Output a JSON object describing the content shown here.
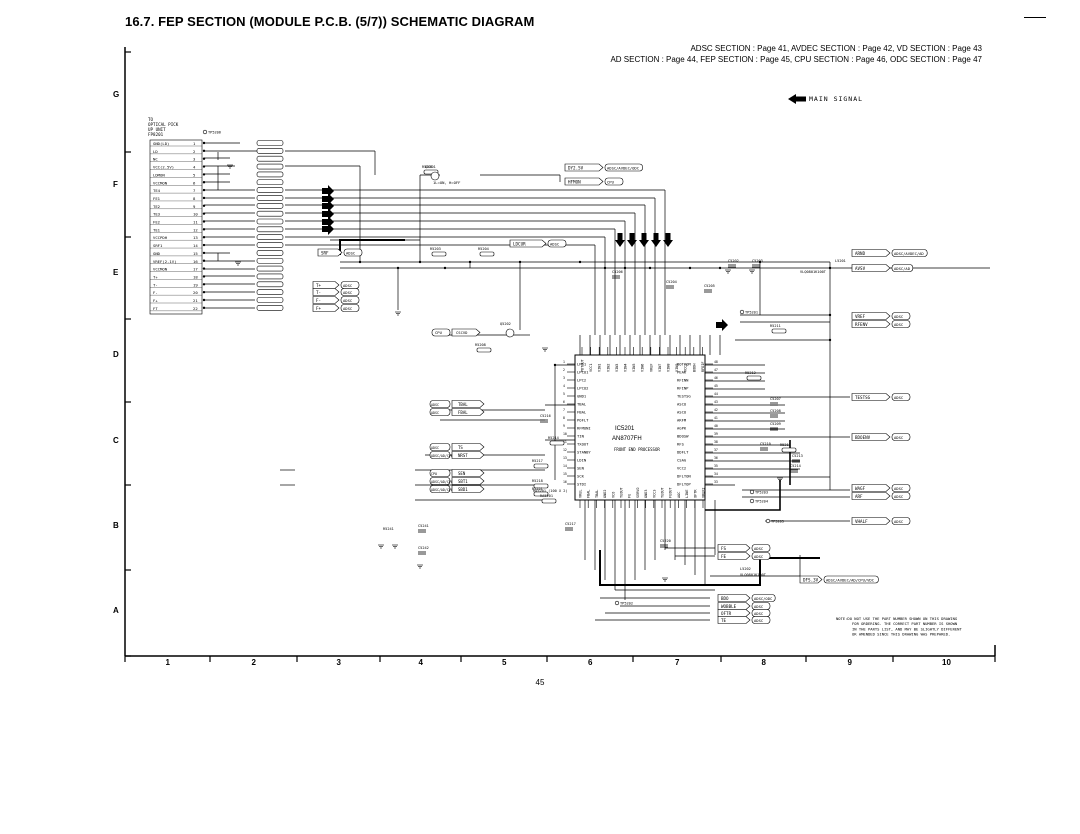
{
  "title": "16.7.  FEP SECTION (MODULE P.C.B. (5/7)) SCHEMATIC DIAGRAM",
  "refs": {
    "line1": "ADSC SECTION : Page 41, AVDEC SECTION : Page 42, VD SECTION : Page 43",
    "line2": "AD SECTION : Page 44, FEP SECTION : Page 45, CPU SECTION : Page 46, ODC SECTION : Page 47"
  },
  "page_number": "45",
  "grid": {
    "rows": [
      "G",
      "F",
      "E",
      "D",
      "C",
      "B",
      "A"
    ],
    "cols": [
      "1",
      "2",
      "3",
      "4",
      "5",
      "6",
      "7",
      "8",
      "9",
      "10"
    ]
  },
  "legend": {
    "main_signal": "MAIN SIGNAL"
  },
  "connector": {
    "header": [
      "TO",
      "OPTICAL PICK",
      "UP UNIT",
      "FP8201"
    ],
    "pins": [
      {
        "no": "1",
        "name": "GND(LD)"
      },
      {
        "no": "2",
        "name": "LD"
      },
      {
        "no": "3",
        "name": "NC"
      },
      {
        "no": "4",
        "name": "VCC(2.5V)"
      },
      {
        "no": "5",
        "name": "LDMON"
      },
      {
        "no": "6",
        "name": "VCCMON"
      },
      {
        "no": "7",
        "name": "TE4"
      },
      {
        "no": "8",
        "name": "FE1"
      },
      {
        "no": "9",
        "name": "TE2"
      },
      {
        "no": "10",
        "name": "TE3"
      },
      {
        "no": "11",
        "name": "FE2"
      },
      {
        "no": "12",
        "name": "TE1"
      },
      {
        "no": "13",
        "name": "VCCPDH"
      },
      {
        "no": "14",
        "name": "SRF1"
      },
      {
        "no": "15",
        "name": "GND"
      },
      {
        "no": "16",
        "name": "VREF(2.1V)"
      },
      {
        "no": "17",
        "name": "VCCMON"
      },
      {
        "no": "18",
        "name": "T+"
      },
      {
        "no": "19",
        "name": "T-"
      },
      {
        "no": "20",
        "name": "F-"
      },
      {
        "no": "21",
        "name": "F+"
      },
      {
        "no": "22",
        "name": "FT"
      }
    ]
  },
  "ic": {
    "ref": "IC5201",
    "part": "AN8707FH",
    "function": "FRONT END PROCESSOR",
    "left_pins": [
      "LPC1",
      "LPCO1",
      "LPC2",
      "LPCO2",
      "GND1",
      "TBAL",
      "FBAL",
      "POFLT",
      "RFMONI",
      "TIN",
      "TXOUT",
      "STANBY",
      "LDIN",
      "SEN",
      "SCK",
      "STDI"
    ],
    "right_pins": [
      "BOTTOM",
      "PEAK",
      "RFINN",
      "RFINP",
      "TESTSG",
      "ASCO",
      "ASCO",
      "ARFM",
      "AGPK",
      "BDOSW",
      "RFS",
      "DDFLT",
      "CSAG",
      "VCC2",
      "DFLTON",
      "DFLTOP"
    ],
    "top_pins": [
      "PDTOUT",
      "VCC1",
      "VIN1",
      "VIN2",
      "VIN3",
      "VIN4",
      "VIN5",
      "VIN6",
      "VREF",
      "VIN7",
      "VIN8",
      "VIN9",
      "VCC2",
      "BODH",
      "RFDIF"
    ],
    "bottom_pins": [
      "VREL",
      "FBAL",
      "TBAL",
      "GND2",
      "VCO",
      "TEOUT",
      "FE",
      "SERVO",
      "GND3",
      "VCC3",
      "TEOUT",
      "FEOUT",
      "AGC",
      "LINE",
      "OFTR",
      "VREF2"
    ]
  },
  "signal_tags": {
    "right": [
      "ARND",
      "AVSV",
      "VREF",
      "RFENV",
      "TESTSG",
      "BDOENV",
      "WAGF",
      "ARF",
      "VHALF"
    ],
    "right_dest": [
      "ADSC/AVDEC/AD",
      "ADSC/AD",
      "ADSC",
      "ADSC",
      "ADSC",
      "ADSC",
      "ADSC",
      "ADSC",
      "ADSC"
    ],
    "mid_top": [
      "DY2.5V",
      "HFMON"
    ],
    "mid_top_dest": [
      "ADSC/AVDEC/ODC",
      "CPU"
    ],
    "left": [
      "TBAL",
      "FBAL",
      "TS",
      "NRST",
      "SEN",
      "SBT1",
      "SBD1"
    ],
    "left_src": [
      "ADSC",
      "ADSC",
      "ADSC",
      "ADSC/AD/CPU",
      "CPU",
      "ADSC/AD/CPU",
      "ADSC/AD/CPU"
    ],
    "bottom": [
      "FS",
      "FE",
      "BDO",
      "WOBBLE",
      "OFTR",
      "TE"
    ],
    "bottom_dest": [
      "ADSC",
      "ADSC",
      "ADSC/ODC",
      "ADSC",
      "ADSC",
      "ADSC"
    ],
    "misc": {
      "ldcur": "LDCUR",
      "cpu_cscvd": "CSCVD",
      "srf": "SRF",
      "dfs3v": "DFS.3V",
      "dfs_dest": "ADSC/AVDEC/AD/CPU/VDC"
    }
  },
  "parts": {
    "transistors": [
      "Q5201",
      "Q5202"
    ],
    "diode_note": "1L=ON, H=OFF",
    "resistors": [
      "R5201",
      "R5203",
      "R5204",
      "R5208",
      "R5211",
      "R5212",
      "R5213",
      "R5214",
      "R5217",
      "R5218",
      "R5221",
      "RA5201"
    ],
    "capacitors": [
      "C5202",
      "C5203",
      "C5204",
      "C5205",
      "C5206",
      "C5207",
      "C5208",
      "C5209",
      "C5210",
      "C5213",
      "C5214",
      "C5216",
      "C5217",
      "C5220",
      "C5241",
      "C5242"
    ],
    "inductors": [
      "L5201",
      "L5202"
    ],
    "testpoints": [
      "TP5201",
      "TP5202",
      "TP5203",
      "TP5204",
      "TP5205",
      "TP5206"
    ],
    "ra_label": "RA5201 (100 X 2)",
    "l5201_value": "VLQ0801K100T",
    "l5202_value": "VLQ0801K100T",
    "misc_labels": [
      "R5241",
      "C5241",
      "C5242"
    ]
  },
  "note": [
    "NOTE:DO NOT USE THE PART NUMBER SHOWN ON THIS DRAWING",
    "FOR ORDERING. THE CORRECT PART NUMBER IS SHOWN",
    "IN THE PARTS LIST, AND MAY BE SLIGHTLY DIFFERENT",
    "OR AMENDED SINCE THIS DRAWING WAS PREPARED."
  ]
}
